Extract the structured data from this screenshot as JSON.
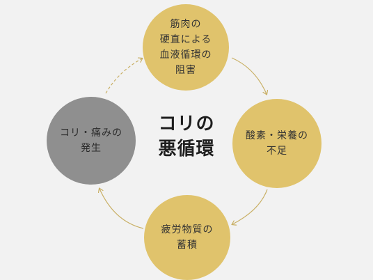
{
  "diagram": {
    "center_title": "コリの\n悪循環",
    "nodes": {
      "top": "筋肉の\n硬直による\n血液循環の\n阻害",
      "right": "酸素・栄養の\n不足",
      "bottom": "疲労物質の\n蓄積",
      "left": "コリ・痛みの\n発生"
    },
    "colors": {
      "gold": "#e0c36c",
      "gray": "#8f8f8f",
      "arrow": "#c9b066",
      "background": "#f2f2f2"
    }
  }
}
